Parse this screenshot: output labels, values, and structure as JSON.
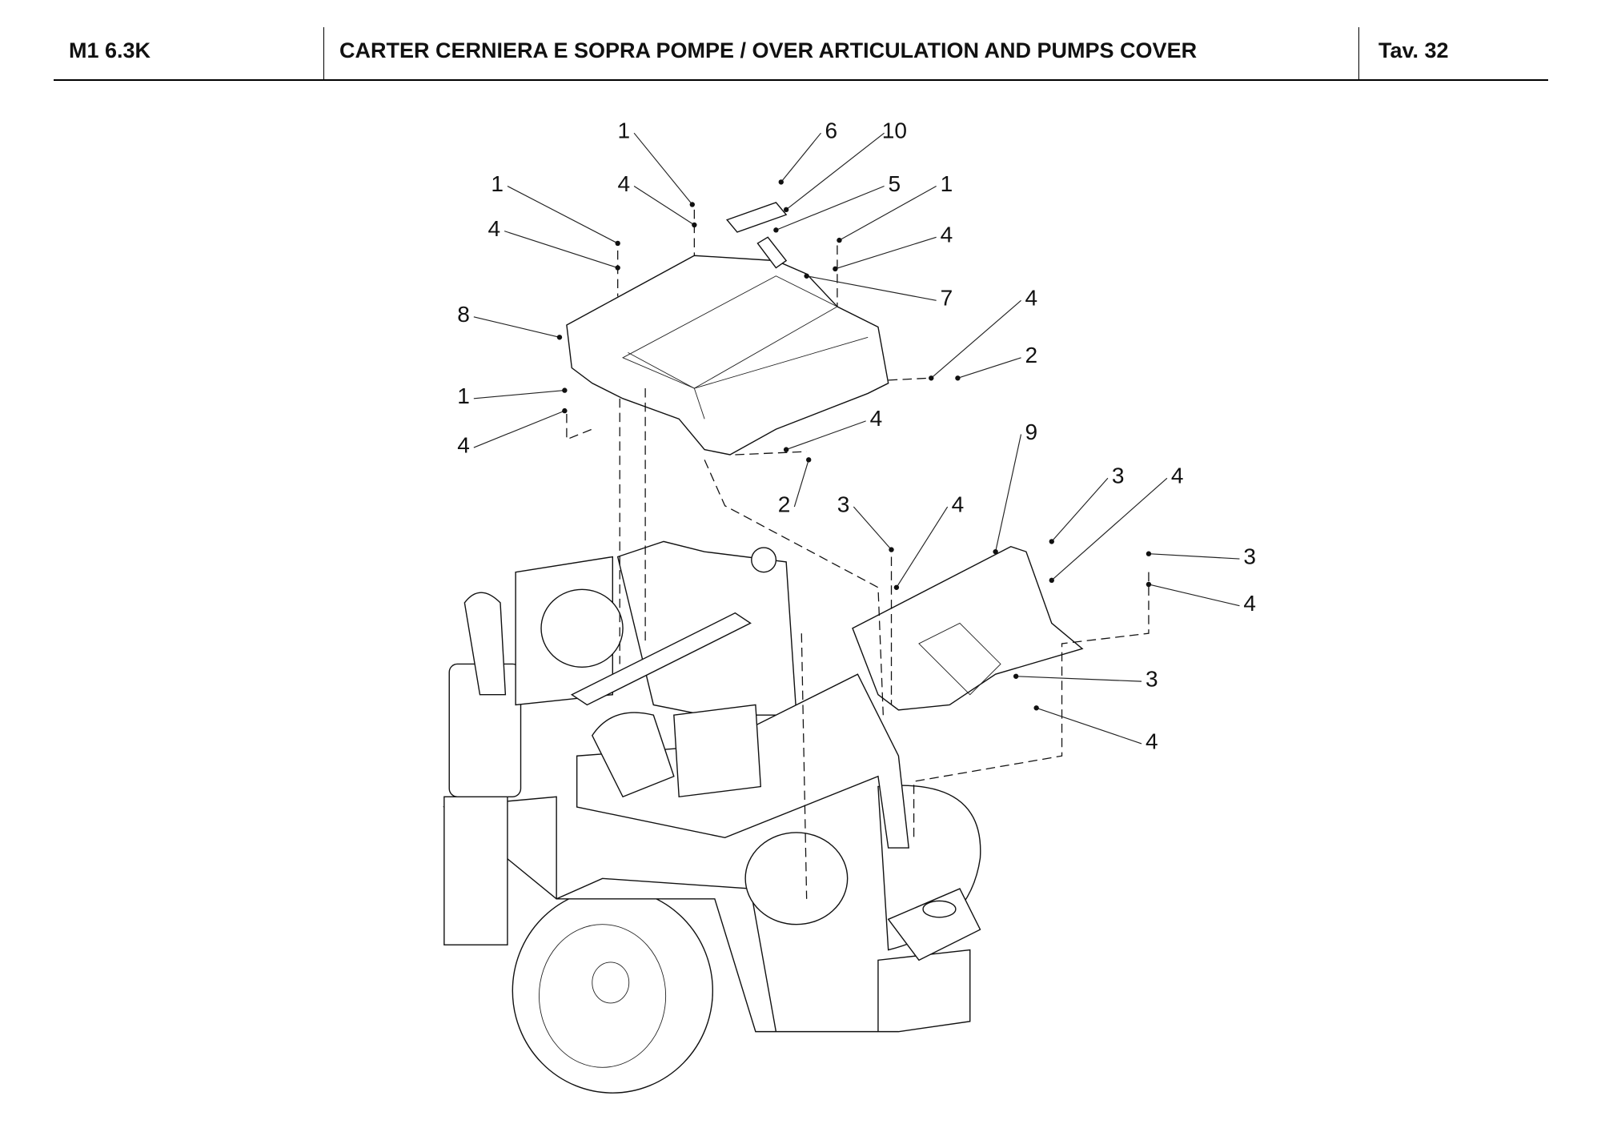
{
  "header": {
    "model": "M1 6.3K",
    "title": "CARTER CERNIERA E SOPRA POMPE / OVER ARTICULATION AND PUMPS COVER",
    "table_ref": "Tav.  32"
  },
  "callouts": [
    "1",
    "6",
    "10",
    "1",
    "4",
    "5",
    "1",
    "4",
    "4",
    "7",
    "8",
    "4",
    "2",
    "1",
    "4",
    "4",
    "2",
    "9",
    "3",
    "4",
    "3",
    "4",
    "3",
    "4",
    "3",
    "4"
  ]
}
